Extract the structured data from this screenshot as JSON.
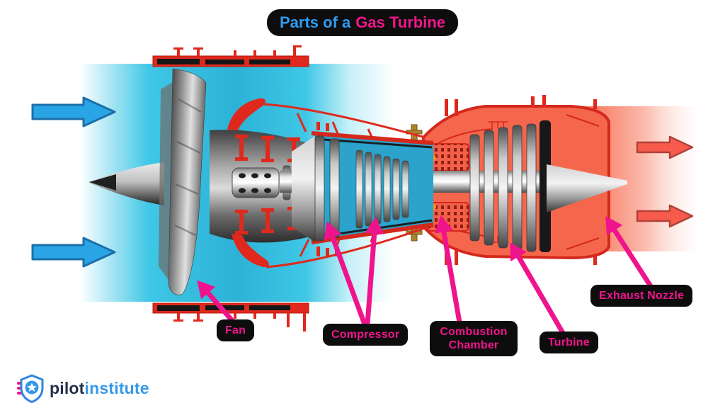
{
  "title": {
    "prefix": "Parts of a",
    "highlight": "Gas Turbine"
  },
  "labels": {
    "fan": "Fan",
    "compressor": "Compressor",
    "combustion_chamber": "Combustion Chamber",
    "turbine": "Turbine",
    "exhaust_nozzle": "Exhaust Nozzle"
  },
  "logo": {
    "word1": "pilot",
    "word2": "institute"
  },
  "icons": {
    "intake_arrows": "blue right-arrows (air intake)",
    "exhaust_arrows": "red right-arrows (exhaust flow)",
    "label_pointers": "pink leader arrows",
    "logo_shield": "shield with star"
  },
  "colors": {
    "title_prefix": "#2f9bf1",
    "title_highlight": "#f0168c",
    "label_text": "#f0148c",
    "label_background": "#0d0d0d",
    "intake_air": "#35c1e2",
    "intake_arrow": "#29a5e6",
    "casing_red": "#e0281c",
    "hot_section": "#f5674d",
    "exhaust_arrow": "#f75b4b",
    "pointer_pink": "#f0148c",
    "logo_navy": "#232f4b",
    "logo_blue": "#3598e8"
  }
}
